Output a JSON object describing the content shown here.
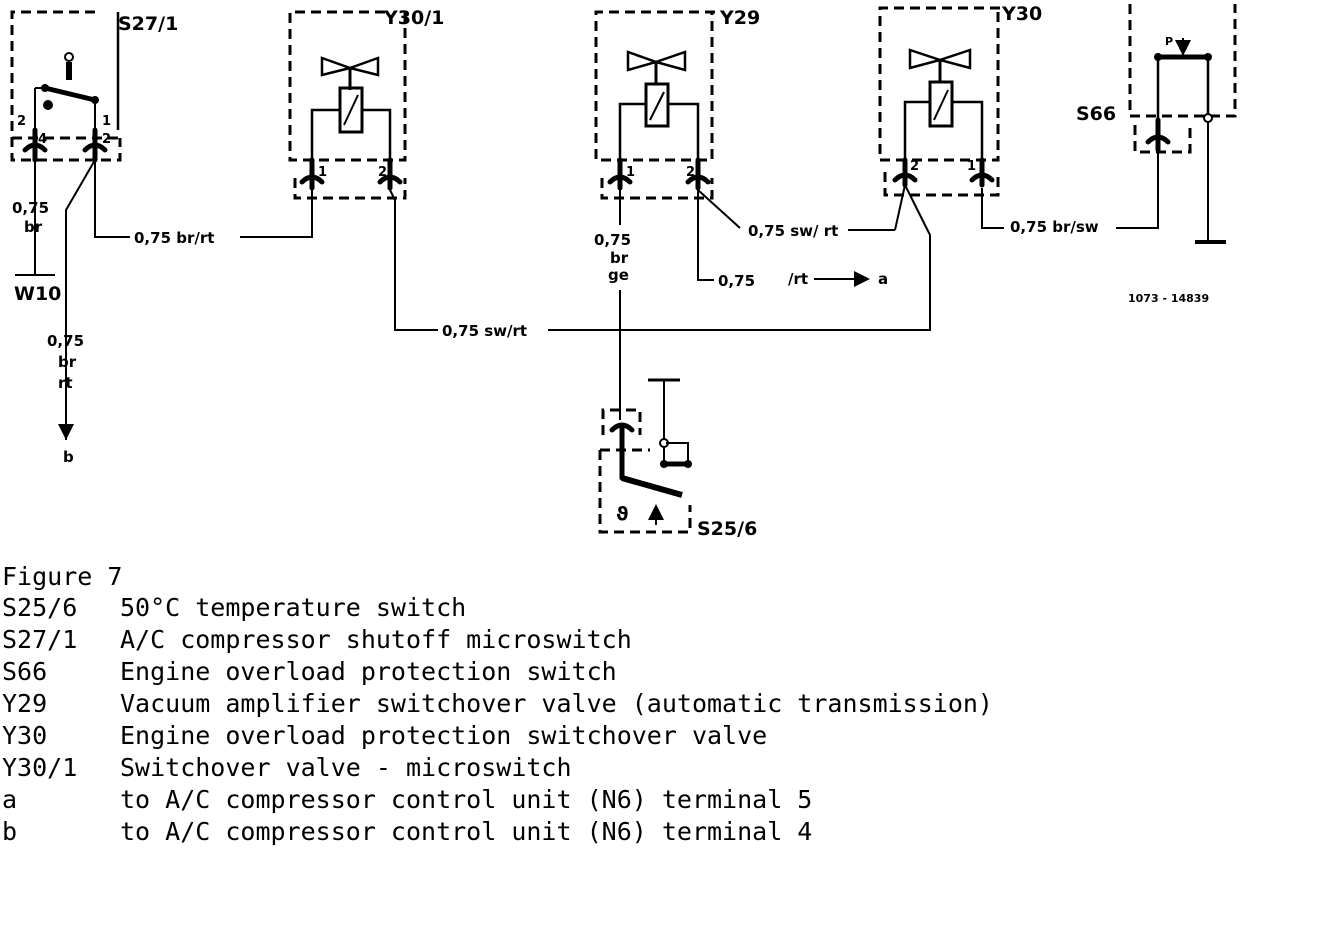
{
  "components": {
    "s27_1": "S27/1",
    "y30_1": "Y30/1",
    "y29": "Y29",
    "y30": "Y30",
    "s66": "S66",
    "s25_6": "S25/6",
    "w10": "W10"
  },
  "pins": {
    "s27_1_left_outer": "2",
    "s27_1_left_inner": "4",
    "s27_1_right_inner": "1",
    "s27_1_right_outer": "2",
    "y30_1_pin1": "1",
    "y30_1_pin2": "2",
    "y29_pin1": "1",
    "y29_pin2": "2",
    "y30_pin2": "2",
    "y30_pin1": "1",
    "s66_p": "P"
  },
  "wires": {
    "w_br_size": "0,75",
    "w_br_color": "br",
    "w_brrt_left_size": "0,75",
    "w_brrt_left_color1": "br",
    "w_brrt_left_color2": "rt",
    "w_brrt_top": "0,75  br/rt",
    "w_y29_size": "0,75",
    "w_y29_color1": "br",
    "w_y29_color2": "ge",
    "w_swrt_y29": "0,75 sw/ rt",
    "w_rt_size": "0,75",
    "w_rt_color": "/rt",
    "w_brsw": "0,75  br/sw",
    "w_swrt_bottom": "0,75 sw/rt"
  },
  "refs": {
    "a": "a",
    "b": "b",
    "fig_code": "1073 - 14839"
  },
  "symbols": {
    "theta": "ϑ"
  },
  "legend": {
    "title": "Figure 7",
    "items": [
      {
        "code": "S25/6",
        "desc": "50°C temperature switch"
      },
      {
        "code": "S27/1",
        "desc": "A/C compressor shutoff microswitch"
      },
      {
        "code": "S66",
        "desc": "Engine overload protection switch"
      },
      {
        "code": "Y29",
        "desc": "Vacuum amplifier switchover valve (automatic transmission)"
      },
      {
        "code": "Y30",
        "desc": "Engine overload protection switchover valve"
      },
      {
        "code": "Y30/1",
        "desc": "Switchover valve - microswitch"
      },
      {
        "code": "a",
        "desc": "to A/C compressor control unit (N6) terminal 5"
      },
      {
        "code": "b",
        "desc": "to A/C compressor control unit (N6) terminal 4"
      }
    ]
  }
}
